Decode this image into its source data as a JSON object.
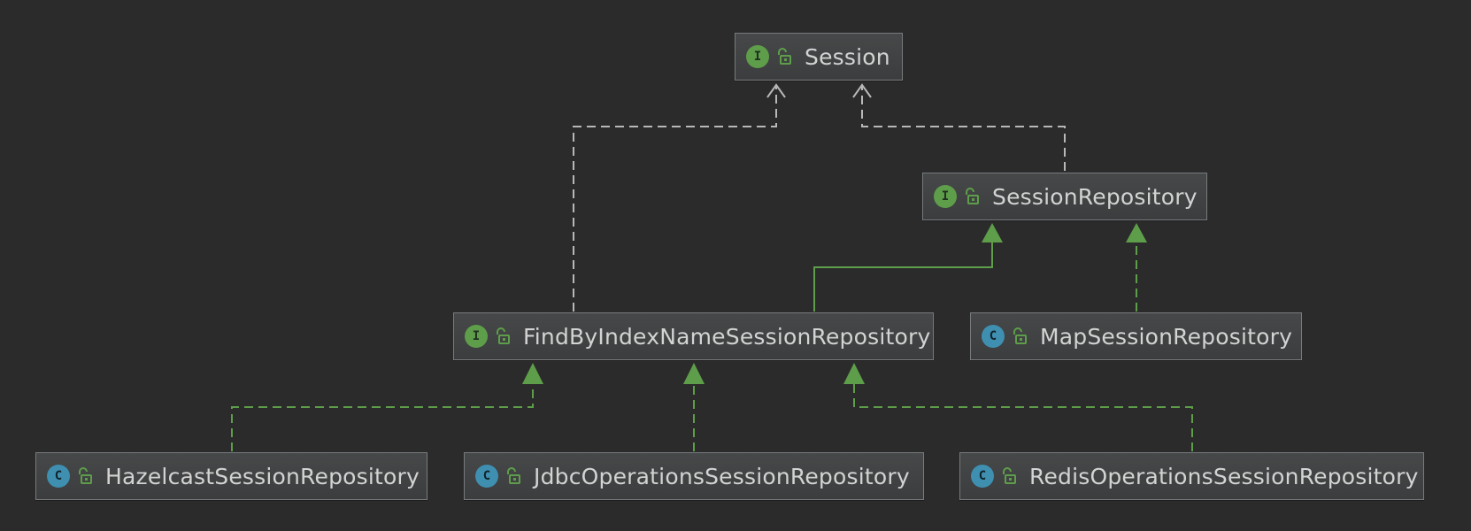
{
  "colors": {
    "background": "#2b2b2b",
    "interface_badge": "#5e9e4a",
    "class_badge": "#3f8fb0",
    "dependency_arrow": "#b8b8b8",
    "inheritance_arrow": "#5e9e4a",
    "node_text": "#d3d3d3"
  },
  "nodes": {
    "session": {
      "label": "Session",
      "kind": "interface",
      "badge": "I"
    },
    "session_repository": {
      "label": "SessionRepository",
      "kind": "interface",
      "badge": "I"
    },
    "find_by_index": {
      "label": "FindByIndexNameSessionRepository",
      "kind": "interface",
      "badge": "I"
    },
    "map_session": {
      "label": "MapSessionRepository",
      "kind": "class",
      "badge": "C"
    },
    "hazelcast": {
      "label": "HazelcastSessionRepository",
      "kind": "class",
      "badge": "C"
    },
    "jdbc": {
      "label": "JdbcOperationsSessionRepository",
      "kind": "class",
      "badge": "C"
    },
    "redis": {
      "label": "RedisOperationsSessionRepository",
      "kind": "class",
      "badge": "C"
    }
  },
  "edges": [
    {
      "from": "find_by_index",
      "to": "session",
      "type": "uses-dependency",
      "style": "dashed",
      "color": "#b8b8b8"
    },
    {
      "from": "session_repository",
      "to": "session",
      "type": "uses-dependency",
      "style": "dashed",
      "color": "#b8b8b8"
    },
    {
      "from": "find_by_index",
      "to": "session_repository",
      "type": "extends",
      "style": "solid",
      "color": "#5e9e4a"
    },
    {
      "from": "map_session",
      "to": "session_repository",
      "type": "implements",
      "style": "dashed",
      "color": "#5e9e4a"
    },
    {
      "from": "hazelcast",
      "to": "find_by_index",
      "type": "implements",
      "style": "dashed",
      "color": "#5e9e4a"
    },
    {
      "from": "jdbc",
      "to": "find_by_index",
      "type": "implements",
      "style": "dashed",
      "color": "#5e9e4a"
    },
    {
      "from": "redis",
      "to": "find_by_index",
      "type": "implements",
      "style": "dashed",
      "color": "#5e9e4a"
    }
  ],
  "icons": {
    "visibility": "open-lock-icon",
    "interface": "interface-badge-icon",
    "class": "class-badge-icon"
  }
}
